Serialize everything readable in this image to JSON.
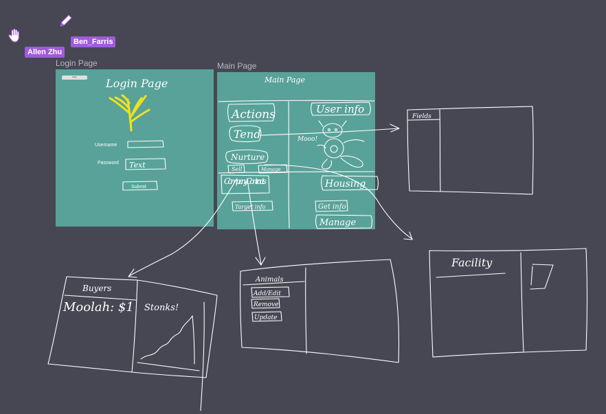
{
  "collaborators": [
    {
      "name": "Allen Zhu",
      "tool": "hand-icon"
    },
    {
      "name": "Ben_Farris",
      "tool": "pencil-icon"
    }
  ],
  "frames": {
    "login": {
      "label": "Login Page",
      "back_label": "back",
      "title": "Login Page",
      "username_label": "Username",
      "password_label": "Password",
      "password_value": "Text",
      "submit_label": "Submit"
    },
    "main": {
      "label": "Main Page",
      "title": "Main Page",
      "buttons": {
        "actions": "Actions",
        "tend": "Tend",
        "nurture": "Nurture",
        "sell": "Sell",
        "manage": "Manage",
        "company_contracts": "Company Contracts",
        "target_info": "Target info",
        "user_info": "User info",
        "housing": "Housing",
        "get_info": "Get info",
        "manage_bottom": "Manage"
      },
      "moo_text": "Mooo!"
    }
  },
  "sketches": {
    "fields": {
      "title": "Fields"
    },
    "buyers": {
      "title": "Buyers",
      "price": "Moolah: $1",
      "chart_label": "Stonks!"
    },
    "animals": {
      "title": "Animals",
      "items": [
        "Add/Edit",
        "Remove",
        "Update"
      ]
    },
    "facility": {
      "title": "Facility"
    }
  },
  "colors": {
    "canvas": "#464753",
    "frame_fill": "#59a299",
    "user_tag": "#a05bd9",
    "doodle": "#f2e21a",
    "ink": "#ffffff"
  }
}
